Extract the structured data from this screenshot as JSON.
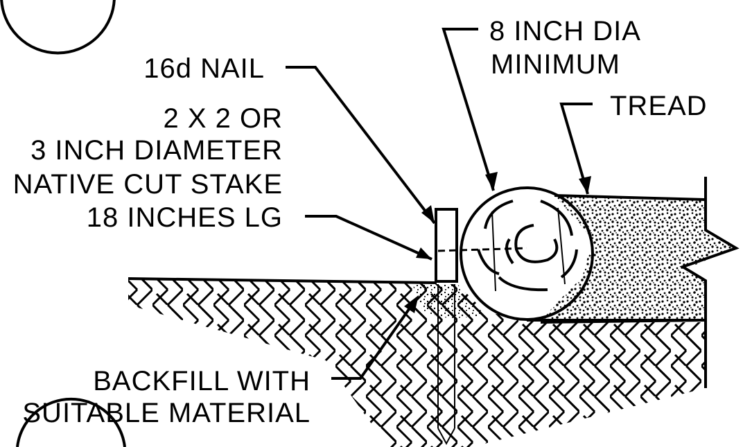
{
  "labels": {
    "nail": "16d NAIL",
    "log_line1": "8 INCH DIA",
    "log_line2": "MINIMUM",
    "tread": "TREAD",
    "stake_line1": "2 X 2 OR",
    "stake_line2": "3 INCH DIAMETER",
    "stake_line3": "NATIVE CUT STAKE",
    "stake_line4": "18 INCHES LG",
    "backfill_line1": "BACKFILL WITH",
    "backfill_line2": "SUITABLE MATERIAL"
  }
}
